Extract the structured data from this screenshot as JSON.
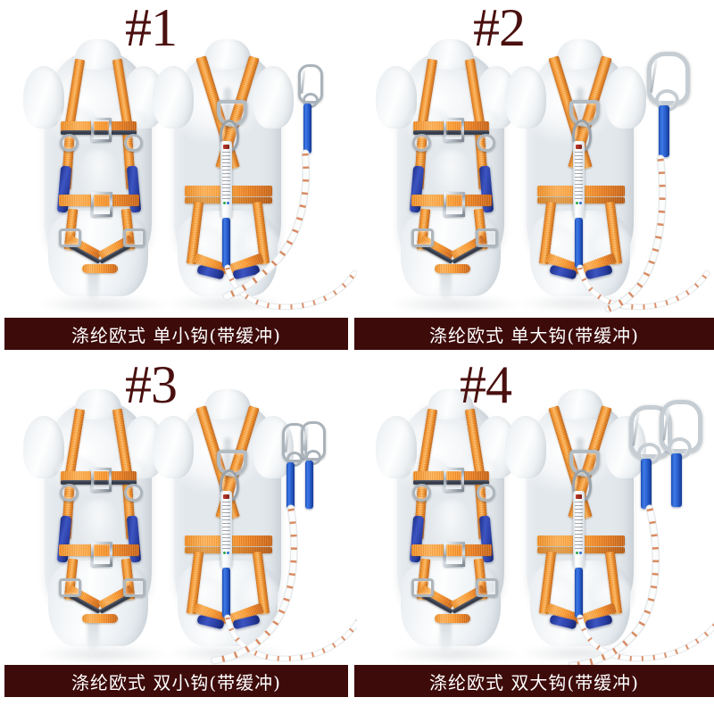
{
  "page": {
    "title": "安全带产品四款对比图",
    "background_color": "#ffffff",
    "badge_color": "#4a100f",
    "caption_bar_color": "#3d0b0a",
    "caption_text_color": "#ffffff",
    "webbing_color": "#ff9c2e",
    "pad_color": "#2a3fa3",
    "hardware_color": "#aab3ba",
    "rope_color": "#f3f4f5"
  },
  "panels": [
    {
      "badge": "#1",
      "caption": "涤纶欧式 单小钩(带缓冲)",
      "material": "涤纶",
      "style": "欧式",
      "hook_type": "单小钩",
      "hook_count": 1,
      "hook_size": "small",
      "shock_absorber": "带缓冲",
      "views": [
        "front",
        "back"
      ]
    },
    {
      "badge": "#2",
      "caption": "涤纶欧式 单大钩(带缓冲)",
      "material": "涤纶",
      "style": "欧式",
      "hook_type": "单大钩",
      "hook_count": 1,
      "hook_size": "large",
      "shock_absorber": "带缓冲",
      "views": [
        "front",
        "back"
      ]
    },
    {
      "badge": "#3",
      "caption": "涤纶欧式 双小钩(带缓冲)",
      "material": "涤纶",
      "style": "欧式",
      "hook_type": "双小钩",
      "hook_count": 2,
      "hook_size": "small",
      "shock_absorber": "带缓冲",
      "views": [
        "front",
        "back"
      ]
    },
    {
      "badge": "#4",
      "caption": "涤纶欧式 双大钩(带缓冲)",
      "material": "涤纶",
      "style": "欧式",
      "hook_type": "双大钩",
      "hook_count": 2,
      "hook_size": "large",
      "shock_absorber": "带缓冲",
      "views": [
        "front",
        "back"
      ]
    }
  ]
}
